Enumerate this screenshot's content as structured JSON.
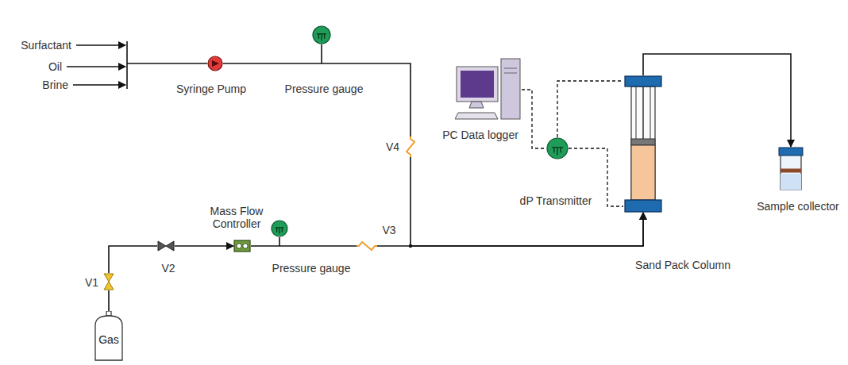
{
  "diagram": {
    "nodes": [
      {
        "text": [
          "Syringe Pump"
        ]
      },
      {
        "text": [
          "Pressure gauge"
        ]
      },
      {
        "text": [
          "V4"
        ]
      },
      {
        "text": [
          "Gas"
        ]
      },
      {
        "text": [
          "V1"
        ]
      },
      {
        "text": [
          "V2"
        ]
      },
      {
        "text": [
          "Mass Flow Controller"
        ]
      },
      {
        "text": [
          "Pressure gauge"
        ]
      },
      {
        "text": [
          "V3"
        ]
      },
      {
        "text": [
          "PC Data logger"
        ]
      },
      {
        "text": [
          "dP Transmitter"
        ]
      },
      {
        "text": [
          "Sand Pack Column"
        ]
      },
      {
        "text": [
          "Sample collector"
        ]
      }
    ],
    "edges": [
      {
        "from": 0,
        "to": 2,
        "arrow": "none"
      },
      {
        "from": 3,
        "to": 4,
        "arrow": "none"
      },
      {
        "from": 4,
        "to": 5,
        "arrow": "none"
      },
      {
        "from": 5,
        "to": 6,
        "arrow": "to"
      },
      {
        "from": 6,
        "to": 8,
        "arrow": "none"
      },
      {
        "from": 2,
        "to": 11,
        "arrow": "to"
      },
      {
        "from": 8,
        "to": 11,
        "arrow": "to"
      },
      {
        "from": 11,
        "to": 12,
        "arrow": "to"
      },
      {
        "from": 9,
        "to": 10,
        "arrow": "none"
      },
      {
        "from": 10,
        "to": 11,
        "arrow": "none"
      },
      {
        "from": 10,
        "to": 11,
        "arrow": "none"
      }
    ],
    "labels": [
      "Surfactant",
      "Oil",
      "Brine"
    ]
  }
}
